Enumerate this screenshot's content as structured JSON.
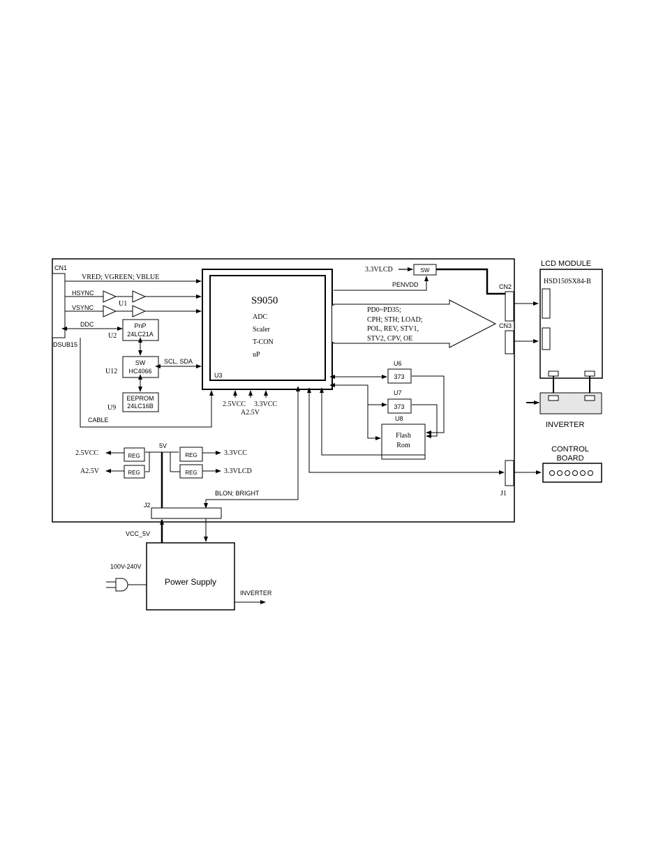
{
  "diagram": {
    "board": {
      "cn1": "CN1",
      "dsub15": "DSUB15",
      "cable": "CABLE",
      "u3_label": "U3",
      "s9050": {
        "title": "S9050",
        "lines": [
          "ADC",
          "Scaler",
          "T-CON",
          "uP"
        ]
      },
      "signals": {
        "vrgb": "VRED; VGREEN; VBLUE",
        "hsync": "HSYNC",
        "vsync": "VSYNC",
        "u1": "U1",
        "ddc": "DDC",
        "scl_sda": "SCL, SDA",
        "pwr_2_5vcc": "2.5VCC",
        "pwr_3_3vcc": "3.3VCC",
        "pwr_a2_5v": "A2.5V",
        "blon_bright": "BLON; BRIGHT",
        "penvdd": "PENVDD",
        "v33lcd_in": "3.3VLCD",
        "sw_small": "SW",
        "bus_lines": [
          "PD0~PD35;",
          "CPH; STH; LOAD;",
          "POL, REV, STV1,",
          "STV2, CPV, OE"
        ]
      },
      "u2": {
        "ref": "U2",
        "line1": "PnP",
        "line2": "24LC21A"
      },
      "u12": {
        "ref": "U12",
        "line1": "SW",
        "line2": "HC4066"
      },
      "u9": {
        "ref": "U9",
        "line1": "EEPROM",
        "line2": "24LC16B"
      },
      "u6": {
        "ref": "U6",
        "value": "373"
      },
      "u7": {
        "ref": "U7",
        "value": "373"
      },
      "u8": {
        "ref": "U8",
        "line1": "Flash",
        "line2": "Rom"
      },
      "connectors": {
        "cn2": "CN2",
        "cn3": "CN3",
        "j1": "J1",
        "j2": "J2"
      },
      "regs": {
        "v5": "5V",
        "reg": "REG",
        "out_2_5vcc": "2.5VCC",
        "out_a2_5v": "A2.5V",
        "out_3_3vcc": "3.3VCC",
        "out_3_3vlcd": "3.3VLCD"
      }
    },
    "lcd_module": {
      "title": "LCD MODULE",
      "model": "HSD150SX84-B"
    },
    "inverter": {
      "label": "INVERTER"
    },
    "control_board": {
      "line1": "CONTROL",
      "line2": "BOARD"
    },
    "power": {
      "vcc_5v": "VCC_5V",
      "mains": "100V-240V",
      "label": "Power Supply",
      "inverter_out": "INVERTER"
    }
  }
}
